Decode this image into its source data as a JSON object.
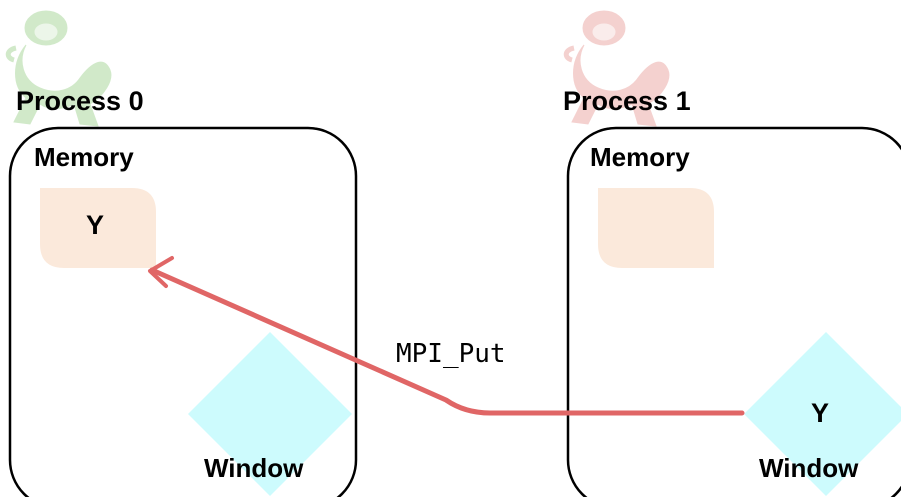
{
  "colors": {
    "process0_mascot": "#9ad08a",
    "process1_mascot": "#e79a96",
    "memory_block": "#fbe9db",
    "window_diamond": "#cdfbfd",
    "arrow": "#e06666",
    "box_border": "#000000"
  },
  "icons": {
    "process0": "monkey-mascot-icon",
    "process1": "monkey-mascot-icon"
  },
  "processes": [
    {
      "label": "Process 0",
      "memory_label": "Memory",
      "memory_variable": "Y",
      "window_label": "Window",
      "window_variable": ""
    },
    {
      "label": "Process 1",
      "memory_label": "Memory",
      "memory_variable": "",
      "window_label": "Window",
      "window_variable": "Y"
    }
  ],
  "operation": {
    "label": "MPI_Put",
    "from": "Process 1 Window",
    "to": "Process 0 Memory"
  }
}
